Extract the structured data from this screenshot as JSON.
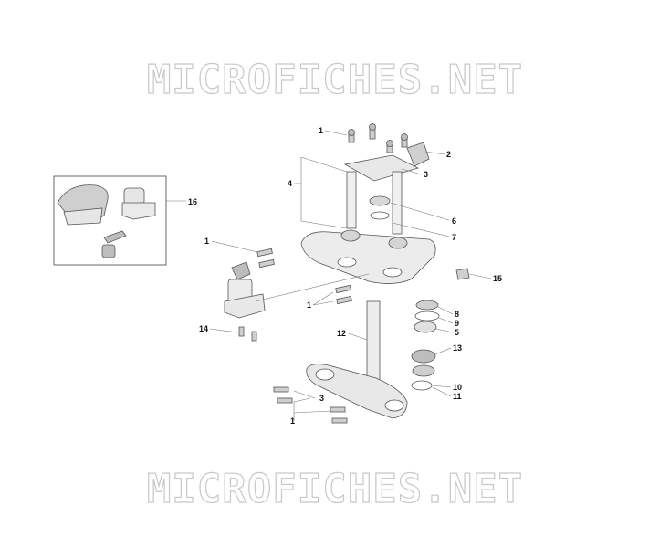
{
  "watermark": {
    "top": "MICROFICHES.NET",
    "bottom": "MICROFICHES.NET"
  },
  "callouts": [
    {
      "id": "c1a",
      "label": "1"
    },
    {
      "id": "c2",
      "label": "2"
    },
    {
      "id": "c3a",
      "label": "3"
    },
    {
      "id": "c4",
      "label": "4"
    },
    {
      "id": "c16",
      "label": "16"
    },
    {
      "id": "c6",
      "label": "6"
    },
    {
      "id": "c7",
      "label": "7"
    },
    {
      "id": "c1b",
      "label": "1"
    },
    {
      "id": "c15",
      "label": "15"
    },
    {
      "id": "c1c",
      "label": "1"
    },
    {
      "id": "c8",
      "label": "8"
    },
    {
      "id": "c9",
      "label": "9"
    },
    {
      "id": "c5",
      "label": "5"
    },
    {
      "id": "c14",
      "label": "14"
    },
    {
      "id": "c12",
      "label": "12"
    },
    {
      "id": "c13",
      "label": "13"
    },
    {
      "id": "c10",
      "label": "10"
    },
    {
      "id": "c3b",
      "label": "3"
    },
    {
      "id": "c11",
      "label": "11"
    },
    {
      "id": "c1d",
      "label": "1"
    }
  ]
}
